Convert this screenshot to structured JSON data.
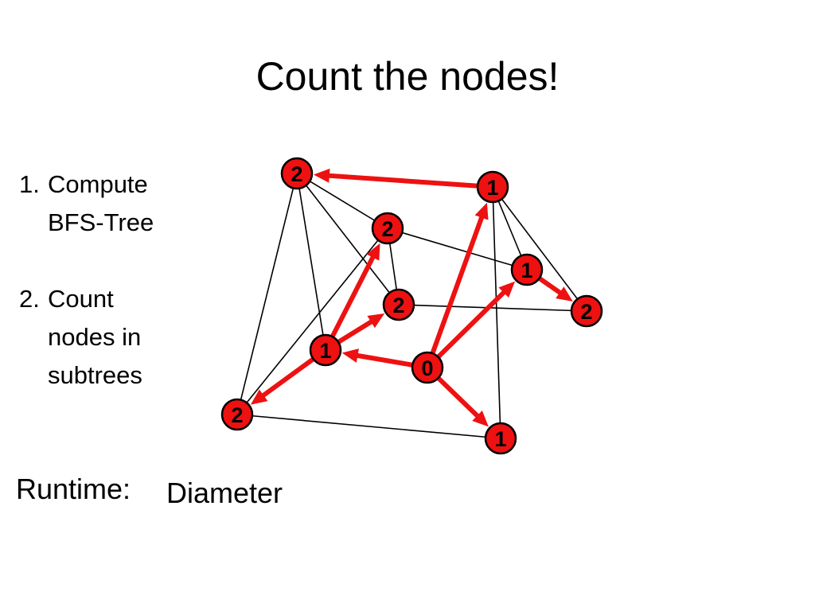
{
  "slide": {
    "title": "Count the nodes!",
    "steps": [
      {
        "number": "1.",
        "text": "Compute\nBFS-Tree"
      },
      {
        "number": "2.",
        "text": "Count\nnodes in\nsubtrees"
      }
    ],
    "runtime_label": "Runtime:",
    "runtime_value": "Diameter"
  },
  "graph": {
    "colors": {
      "node_fill": "#ee1111",
      "tree_edge": "#ee1111",
      "edge": "#000000"
    },
    "nodes": [
      {
        "id": "a",
        "label": "2"
      },
      {
        "id": "b",
        "label": "1"
      },
      {
        "id": "c",
        "label": "2"
      },
      {
        "id": "d",
        "label": "1"
      },
      {
        "id": "e",
        "label": "2"
      },
      {
        "id": "f",
        "label": "2"
      },
      {
        "id": "g",
        "label": "1"
      },
      {
        "id": "h",
        "label": "0"
      },
      {
        "id": "i",
        "label": "2"
      },
      {
        "id": "j",
        "label": "1"
      }
    ],
    "edges": [
      [
        "a",
        "c"
      ],
      [
        "a",
        "e"
      ],
      [
        "a",
        "g"
      ],
      [
        "a",
        "i"
      ],
      [
        "b",
        "d"
      ],
      [
        "b",
        "f"
      ],
      [
        "b",
        "j"
      ],
      [
        "c",
        "d"
      ],
      [
        "c",
        "e"
      ],
      [
        "c",
        "i"
      ],
      [
        "e",
        "f"
      ],
      [
        "i",
        "j"
      ]
    ],
    "tree_edges": [
      [
        "h",
        "g"
      ],
      [
        "h",
        "b"
      ],
      [
        "h",
        "d"
      ],
      [
        "h",
        "j"
      ],
      [
        "b",
        "a"
      ],
      [
        "d",
        "f"
      ],
      [
        "g",
        "c"
      ],
      [
        "g",
        "e"
      ],
      [
        "g",
        "i"
      ]
    ]
  }
}
